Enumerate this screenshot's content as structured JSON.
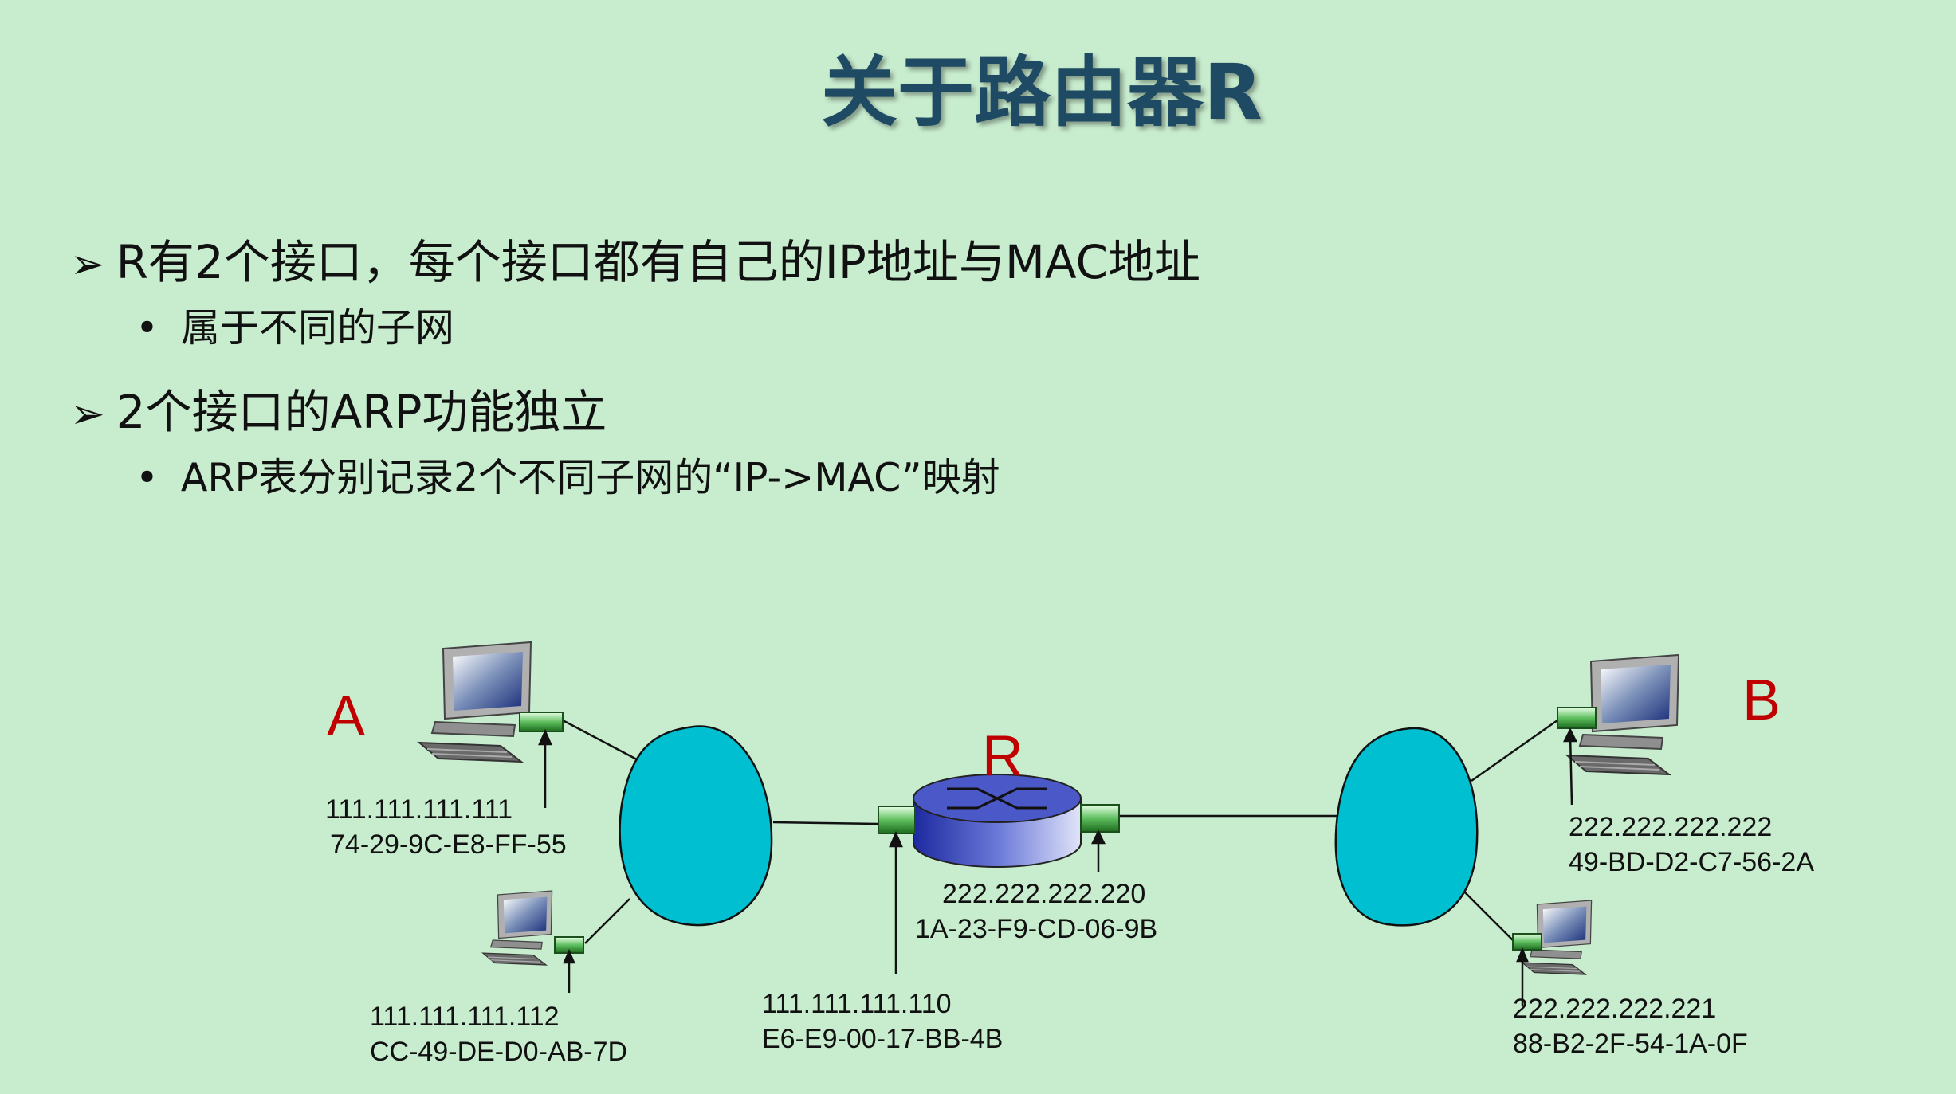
{
  "title": "关于路由器R",
  "bullets": [
    {
      "marker": "➢",
      "text": "R有2个接口，每个接口都有自己的IP地址与MAC地址"
    },
    {
      "marker": "•",
      "text": "属于不同的子网"
    },
    {
      "marker": "➢",
      "text": "2个接口的ARP功能独立"
    },
    {
      "marker": "•",
      "text": "ARP表分别记录2个不同子网的“IP->MAC”映射"
    }
  ],
  "diagram": {
    "host_a": {
      "label": "A",
      "ip": "111.111.111.111",
      "mac": "74-29-9C-E8-FF-55"
    },
    "host_a2": {
      "ip": "111.111.111.112",
      "mac": "CC-49-DE-D0-AB-7D"
    },
    "router": {
      "label": "R",
      "left_if": {
        "ip": "111.111.111.110",
        "mac": "E6-E9-00-17-BB-4B"
      },
      "right_if": {
        "ip": "222.222.222.220",
        "mac": "1A-23-F9-CD-06-9B"
      }
    },
    "host_b": {
      "label": "B",
      "ip": "222.222.222.222",
      "mac": "49-BD-D2-C7-56-2A"
    },
    "host_b2": {
      "ip": "222.222.222.221",
      "mac": "88-B2-2F-54-1A-0F"
    },
    "colors": {
      "cloud": "#00bfd0",
      "nic": "#2e9a3e",
      "router": "#3340b0",
      "label_red": "#c00000"
    }
  }
}
